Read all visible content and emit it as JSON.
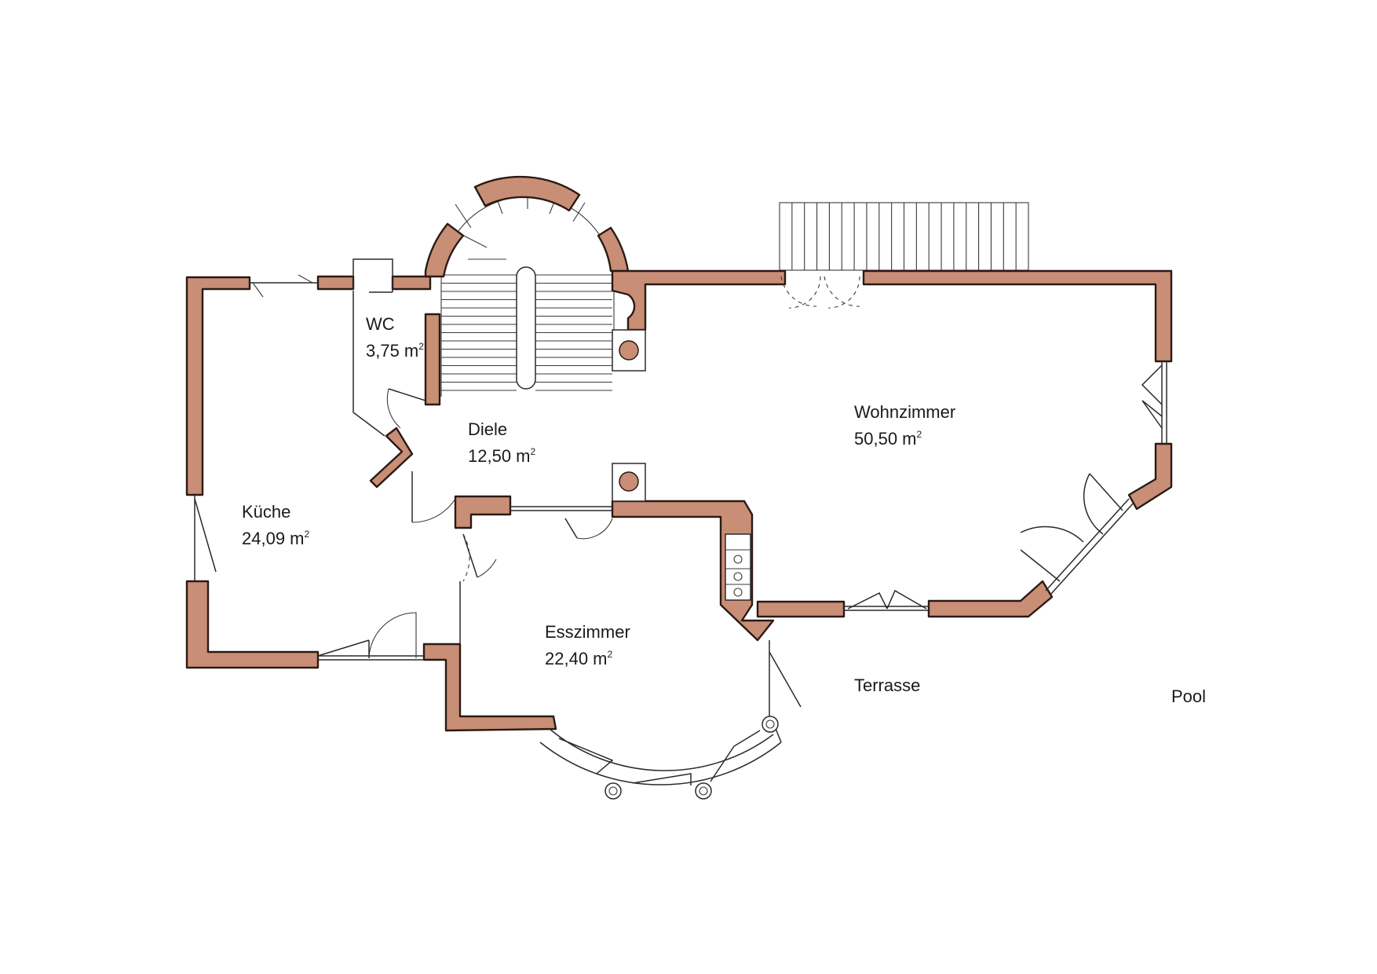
{
  "rooms": [
    {
      "id": "wc",
      "name": "WC",
      "area": "3,75 m",
      "sup": "2"
    },
    {
      "id": "diele",
      "name": "Diele",
      "area": "12,50 m",
      "sup": "2"
    },
    {
      "id": "wohnzimmer",
      "name": "Wohnzimmer",
      "area": "50,50 m",
      "sup": "2"
    },
    {
      "id": "kueche",
      "name": "Küche",
      "area": "24,09 m",
      "sup": "2"
    },
    {
      "id": "esszimmer",
      "name": "Esszimmer",
      "area": "22,40 m",
      "sup": "2"
    }
  ],
  "outdoor": {
    "terrasse": "Terrasse",
    "pool": "Pool"
  },
  "colors": {
    "wall": "#c98e76",
    "outline": "#2a1a14",
    "background": "#ffffff"
  }
}
